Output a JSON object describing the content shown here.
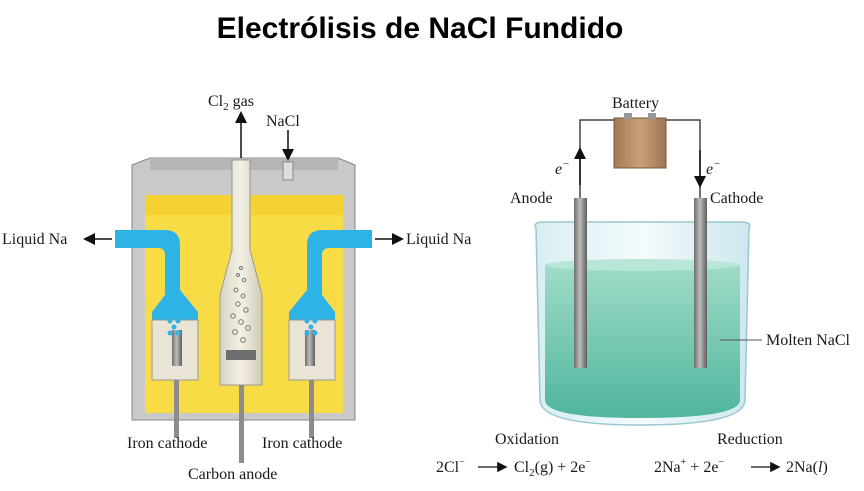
{
  "title": "Electrólisis de NaCl Fundido",
  "industrial_cell": {
    "cl2_gas_prefix": "Cl",
    "cl2_gas_sub": "2",
    "cl2_gas_suffix": " gas",
    "nacl_input": "NaCl",
    "liquid_na_left": "Liquid Na",
    "liquid_na_right": "Liquid Na",
    "iron_cathode_left": "Iron cathode",
    "iron_cathode_right": "Iron cathode",
    "carbon_anode": "Carbon anode"
  },
  "beaker_cell": {
    "battery": "Battery",
    "electron_left": "e",
    "electron_right": "e",
    "electron_charge": "−",
    "anode": "Anode",
    "cathode": "Cathode",
    "molten_nacl": "Molten NaCl",
    "oxidation": "Oxidation",
    "reduction": "Reduction",
    "oxidation_eq_reactant": "2Cl",
    "oxidation_eq_reactant_sup": "−",
    "oxidation_eq_product_prefix": "Cl",
    "oxidation_eq_product_sub": "2",
    "oxidation_eq_product_suffix": "(g) + 2e",
    "oxidation_eq_product_sup": "−",
    "reduction_eq_reactant_prefix": "2Na",
    "reduction_eq_reactant_sup": "+",
    "reduction_eq_reactant_mid": " + 2e",
    "reduction_eq_reactant_sup2": "−",
    "reduction_eq_product_prefix": "2Na(",
    "reduction_eq_product_italic": "l",
    "reduction_eq_product_suffix": ")"
  },
  "colors": {
    "molten_salt_yellow": "#f7dc45",
    "liquid_sodium_blue": "#2db3e6",
    "cell_gray": "#c9c9c9",
    "molten_nacl_green": "#8fd3c1",
    "battery_brown": "#b48a62",
    "electrode_gray": "#8c8c8c"
  }
}
